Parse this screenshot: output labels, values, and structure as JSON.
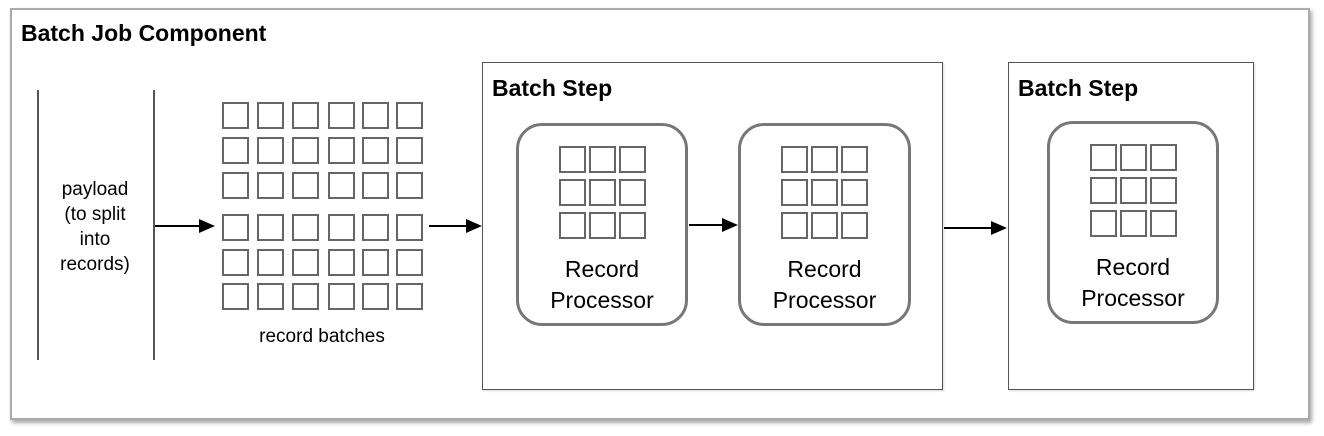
{
  "component": {
    "title": "Batch Job Component"
  },
  "payload": {
    "label_lines": [
      "payload",
      "(to split",
      "into",
      "records)"
    ]
  },
  "batches": {
    "label": "record batches"
  },
  "steps": [
    {
      "title": "Batch Step",
      "processors": [
        {
          "label_lines": [
            "Record",
            "Processor"
          ]
        },
        {
          "label_lines": [
            "Record",
            "Processor"
          ]
        }
      ]
    },
    {
      "title": "Batch Step",
      "processors": [
        {
          "label_lines": [
            "Record",
            "Processor"
          ]
        }
      ]
    }
  ]
}
